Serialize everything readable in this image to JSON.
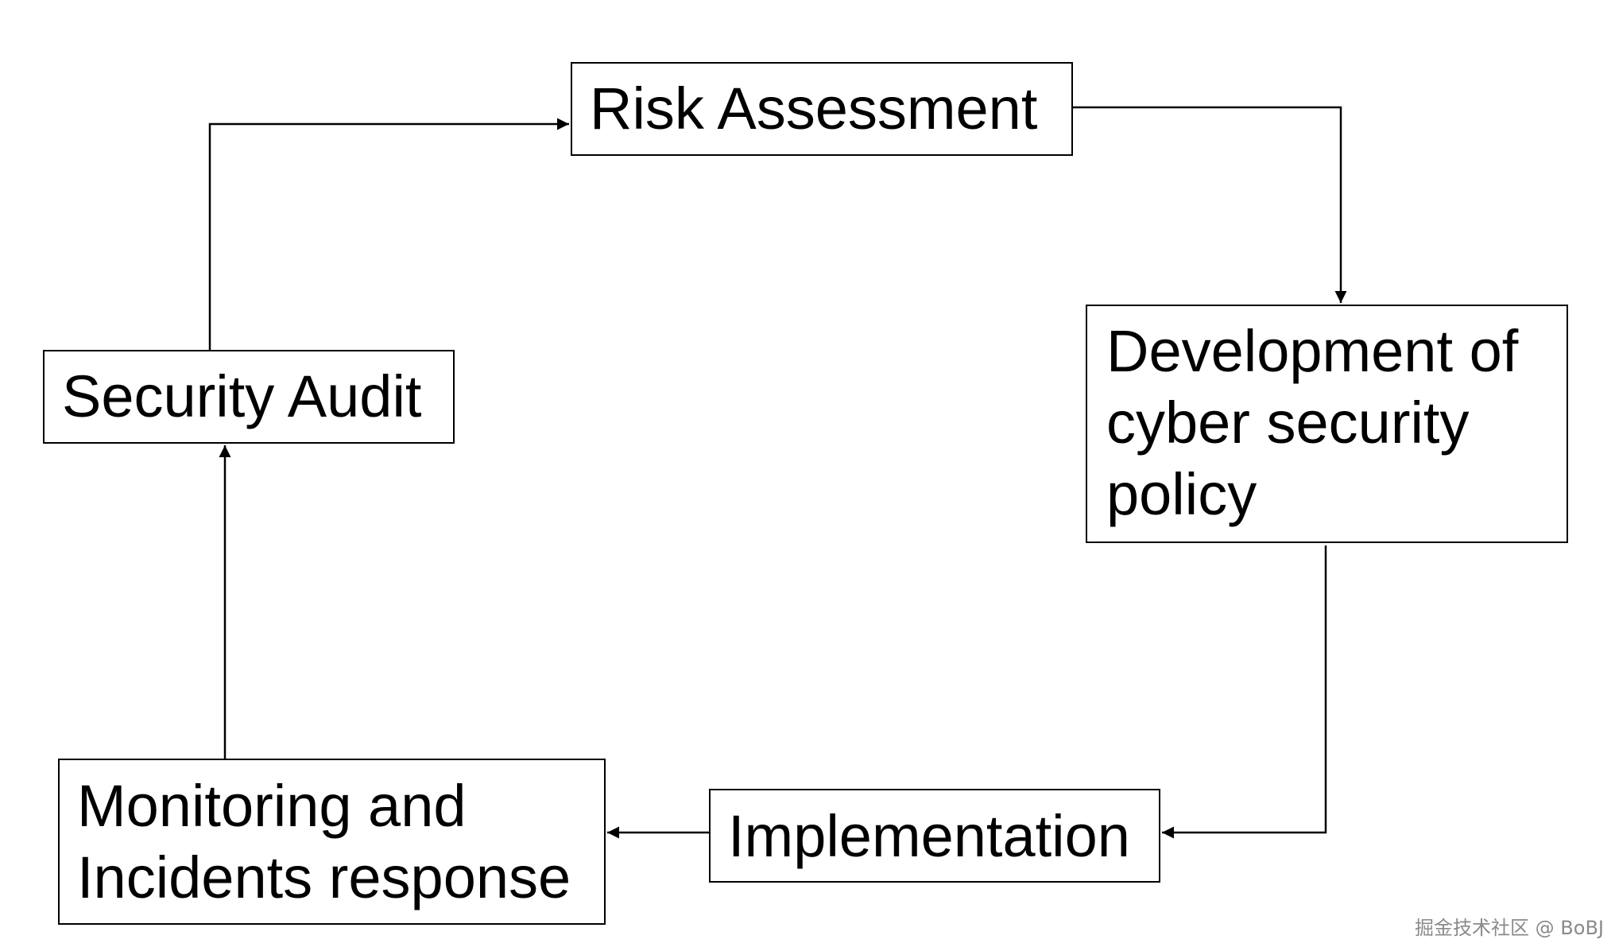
{
  "diagram": {
    "nodes": {
      "risk_assessment": {
        "lines": [
          "Risk Assessment"
        ]
      },
      "policy": {
        "lines": [
          "Development of",
          "cyber security",
          "policy"
        ]
      },
      "implementation": {
        "lines": [
          "Implementation"
        ]
      },
      "monitoring": {
        "lines": [
          "Monitoring and",
          "Incidents response"
        ]
      },
      "security_audit": {
        "lines": [
          "Security Audit"
        ]
      }
    },
    "edges": [
      {
        "from": "risk_assessment",
        "to": "policy"
      },
      {
        "from": "policy",
        "to": "implementation"
      },
      {
        "from": "implementation",
        "to": "monitoring"
      },
      {
        "from": "monitoring",
        "to": "security_audit"
      },
      {
        "from": "security_audit",
        "to": "risk_assessment"
      }
    ]
  },
  "watermark": {
    "text": "掘金技术社区 @ BoBJ"
  },
  "colors": {
    "stroke": "#000000",
    "background": "#ffffff",
    "watermark": "#8a8a8a"
  }
}
